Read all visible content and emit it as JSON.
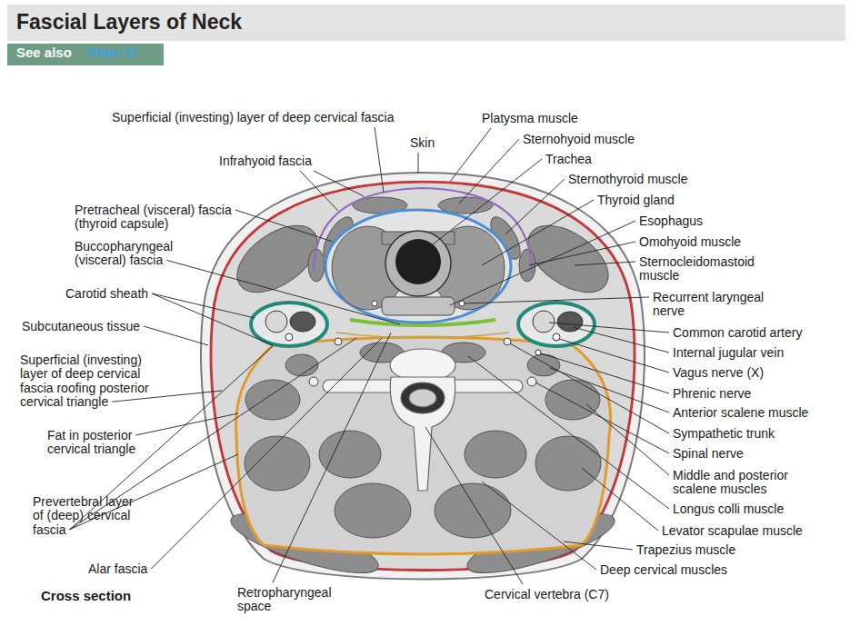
{
  "diagram": {
    "title": "Fascial Layers of Neck",
    "labels": [
      "See also",
      "Plate 27",
      "Superficial (investing) layer of deep cervical fascia",
      "Skin",
      "Platysma muscle",
      "Sternohyoid muscle",
      "Trachea",
      "Infrahyoid fascia",
      "Sternothyroid muscle",
      "Thyroid gland",
      "Pretracheal (visceral) fascia (thyroid capsule)",
      "Esophagus",
      "Buccopharyngeal (visceral) fascia",
      "Omohyoid muscle",
      "Sternocleidomastoid muscle",
      "Carotid sheath",
      "Recurrent laryngeal nerve",
      "Subcutaneous tissue",
      "Common carotid artery",
      "Internal jugular vein",
      "Vagus nerve (X)",
      "Superficial (investing) layer of deep cervical fascia roofing posterior cervical triangle",
      "Phrenic nerve",
      "Anterior scalene muscle",
      "Sympathetic trunk",
      "Fat in posterior cervical triangle",
      "Spinal nerve",
      "Middle and posterior scalene muscles",
      "Longus colli muscle",
      "Prevertebral layer of (deep) cervical fascia",
      "Levator scapulae muscle",
      "Trapezius muscle",
      "Alar fascia",
      "Deep cervical muscles",
      "Cross section",
      "Retropharyngeal space",
      "Cervical vertebra (C7)"
    ]
  }
}
